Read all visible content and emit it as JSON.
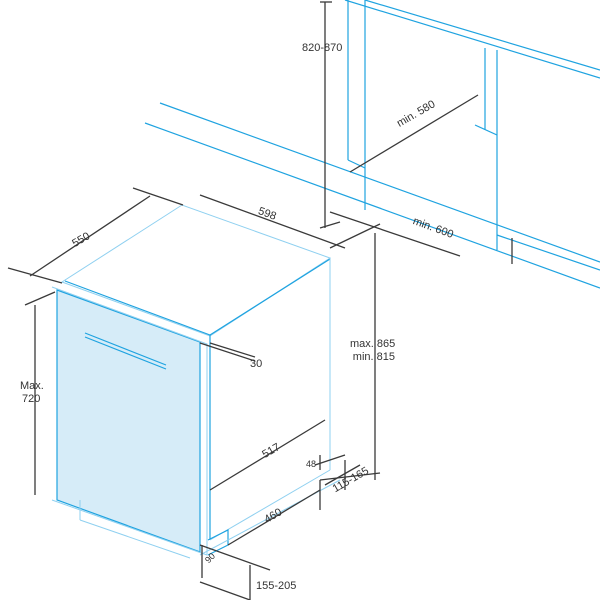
{
  "diagram": {
    "colors": {
      "outline": "#1fa3e0",
      "door_fill": "#d6ecf8",
      "dimension": "#3a3a3a"
    },
    "labels": {
      "niche_height": "820-870",
      "niche_depth": "min. 580",
      "niche_width": "min. 600",
      "depth": "550",
      "width": "598",
      "door_offset": "30",
      "door_height_max": "Max.",
      "door_height_value": "720",
      "height_max": "max. 865",
      "height_min": "min. 815",
      "inner_depth": "517",
      "foot_offset": "48",
      "plinth_height": "115-165",
      "plinth_depth": "460",
      "plinth_setback": "90",
      "plinth_range": "155-205"
    }
  }
}
